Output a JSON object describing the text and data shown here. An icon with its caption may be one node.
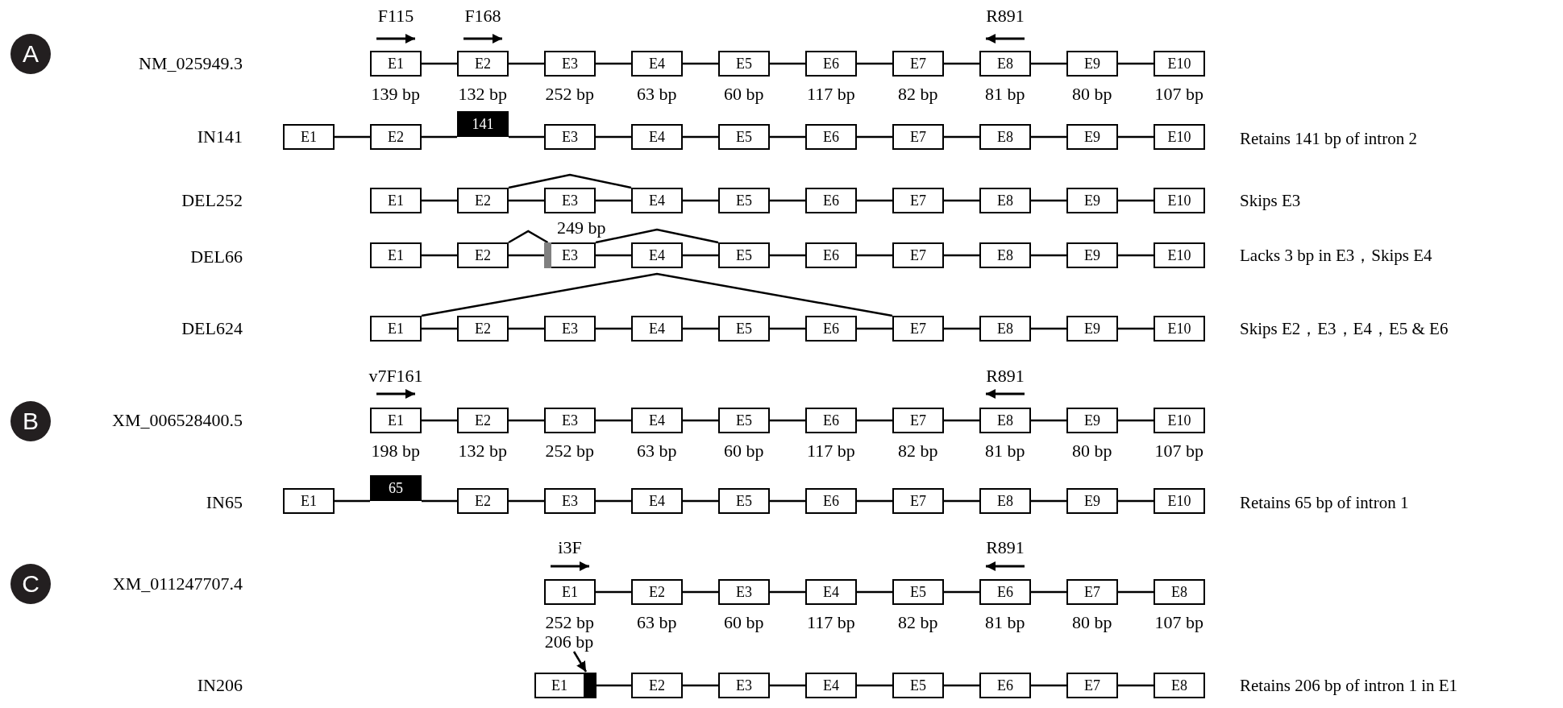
{
  "diagram": {
    "nodes": [
      {
        "text": [
          "A"
        ]
      },
      {
        "text": [
          "E1"
        ],
        "beside": [
          "139 bp"
        ]
      },
      {
        "text": [
          "E2"
        ],
        "beside": [
          "132 bp"
        ]
      },
      {
        "text": [
          "E3"
        ],
        "beside": [
          "252 bp"
        ]
      },
      {
        "text": [
          "E4"
        ],
        "beside": [
          "63 bp"
        ]
      },
      {
        "text": [
          "E5"
        ],
        "beside": [
          "60 bp"
        ]
      },
      {
        "text": [
          "E6"
        ],
        "beside": [
          "117 bp"
        ]
      },
      {
        "text": [
          "E7"
        ],
        "beside": [
          "82 bp"
        ]
      },
      {
        "text": [
          "E8"
        ],
        "beside": [
          "81 bp"
        ]
      },
      {
        "text": [
          "E9"
        ],
        "beside": [
          "80 bp"
        ]
      },
      {
        "text": [
          "E10"
        ],
        "beside": [
          "107 bp"
        ]
      },
      {
        "text": [
          "E1"
        ]
      },
      {
        "text": [
          "E2"
        ]
      },
      {
        "text": [
          "141"
        ]
      },
      {
        "text": [
          "E3"
        ]
      },
      {
        "text": [
          "E4"
        ]
      },
      {
        "text": [
          "E5"
        ]
      },
      {
        "text": [
          "E6"
        ]
      },
      {
        "text": [
          "E7"
        ]
      },
      {
        "text": [
          "E8"
        ]
      },
      {
        "text": [
          "E9"
        ]
      },
      {
        "text": [
          "E10"
        ]
      },
      {
        "text": [
          "E1"
        ]
      },
      {
        "text": [
          "E2"
        ]
      },
      {
        "text": [
          "E3"
        ]
      },
      {
        "text": [
          "E4"
        ]
      },
      {
        "text": [
          "E5"
        ]
      },
      {
        "text": [
          "E6"
        ]
      },
      {
        "text": [
          "E7"
        ]
      },
      {
        "text": [
          "E8"
        ]
      },
      {
        "text": [
          "E9"
        ]
      },
      {
        "text": [
          "E10"
        ]
      },
      {
        "text": [
          "E1"
        ]
      },
      {
        "text": [
          "E2"
        ]
      },
      {
        "text": [
          "E3"
        ]
      },
      {
        "text": [],
        "shape": "bar",
        "in": 34,
        "beside": [
          "249 bp"
        ]
      },
      {
        "text": [
          "E4"
        ]
      },
      {
        "text": [
          "E5"
        ]
      },
      {
        "text": [
          "E6"
        ]
      },
      {
        "text": [
          "E7"
        ]
      },
      {
        "text": [
          "E8"
        ]
      },
      {
        "text": [
          "E9"
        ]
      },
      {
        "text": [
          "E10"
        ]
      },
      {
        "text": [
          "E1"
        ]
      },
      {
        "text": [
          "E2"
        ]
      },
      {
        "text": [
          "E3"
        ]
      },
      {
        "text": [
          "E4"
        ]
      },
      {
        "text": [
          "E5"
        ]
      },
      {
        "text": [
          "E6"
        ]
      },
      {
        "text": [
          "E7"
        ]
      },
      {
        "text": [
          "E8"
        ]
      },
      {
        "text": [
          "E9"
        ]
      },
      {
        "text": [
          "E10"
        ]
      },
      {
        "text": [
          "B"
        ]
      },
      {
        "text": [
          "E1"
        ],
        "beside": [
          "198 bp"
        ]
      },
      {
        "text": [
          "E2"
        ],
        "beside": [
          "132 bp"
        ]
      },
      {
        "text": [
          "E3"
        ],
        "beside": [
          "252 bp"
        ]
      },
      {
        "text": [
          "E4"
        ],
        "beside": [
          "63 bp"
        ]
      },
      {
        "text": [
          "E5"
        ],
        "beside": [
          "60 bp"
        ]
      },
      {
        "text": [
          "E6"
        ],
        "beside": [
          "117 bp"
        ]
      },
      {
        "text": [
          "E7"
        ],
        "beside": [
          "82 bp"
        ]
      },
      {
        "text": [
          "E8"
        ],
        "beside": [
          "81 bp"
        ]
      },
      {
        "text": [
          "E9"
        ],
        "beside": [
          "80 bp"
        ]
      },
      {
        "text": [
          "E10"
        ],
        "beside": [
          "107 bp"
        ]
      },
      {
        "text": [
          "E1"
        ]
      },
      {
        "text": [
          "65"
        ]
      },
      {
        "text": [
          "E2"
        ]
      },
      {
        "text": [
          "E3"
        ]
      },
      {
        "text": [
          "E4"
        ]
      },
      {
        "text": [
          "E5"
        ]
      },
      {
        "text": [
          "E6"
        ]
      },
      {
        "text": [
          "E7"
        ]
      },
      {
        "text": [
          "E8"
        ]
      },
      {
        "text": [
          "E9"
        ]
      },
      {
        "text": [
          "E10"
        ]
      },
      {
        "text": [
          "C"
        ]
      },
      {
        "text": [
          "E1"
        ],
        "beside": [
          "252 bp"
        ]
      },
      {
        "text": [
          "E2"
        ],
        "beside": [
          "63 bp"
        ]
      },
      {
        "text": [
          "E3"
        ],
        "beside": [
          "60 bp"
        ]
      },
      {
        "text": [
          "E4"
        ],
        "beside": [
          "117 bp"
        ]
      },
      {
        "text": [
          "E5"
        ],
        "beside": [
          "82 bp"
        ]
      },
      {
        "text": [
          "E6"
        ],
        "beside": [
          "81 bp"
        ]
      },
      {
        "text": [
          "E7"
        ],
        "beside": [
          "80 bp"
        ]
      },
      {
        "text": [
          "E8"
        ],
        "beside": [
          "107 bp"
        ]
      },
      {
        "text": [
          "206 bp"
        ]
      },
      {
        "text": [
          "E1"
        ]
      },
      {
        "text": [],
        "shape": "bar",
        "in": 85
      },
      {
        "text": [
          "E2"
        ]
      },
      {
        "text": [
          "E3"
        ]
      },
      {
        "text": [
          "E4"
        ]
      },
      {
        "text": [
          "E5"
        ]
      },
      {
        "text": [
          "E6"
        ]
      },
      {
        "text": [
          "E7"
        ]
      },
      {
        "text": [
          "E8"
        ]
      }
    ],
    "edges": [
      {
        "from": 1,
        "to": 2,
        "arrow": "none"
      },
      {
        "from": 2,
        "to": 3,
        "arrow": "none"
      },
      {
        "from": 3,
        "to": 4,
        "arrow": "none"
      },
      {
        "from": 4,
        "to": 5,
        "arrow": "none"
      },
      {
        "from": 5,
        "to": 6,
        "arrow": "none"
      },
      {
        "from": 6,
        "to": 7,
        "arrow": "none"
      },
      {
        "from": 7,
        "to": 8,
        "arrow": "none"
      },
      {
        "from": 8,
        "to": 9,
        "arrow": "none"
      },
      {
        "from": 9,
        "to": 10,
        "arrow": "none"
      },
      {
        "from": 11,
        "to": 12,
        "arrow": "none"
      },
      {
        "from": 12,
        "to": 13,
        "arrow": "none"
      },
      {
        "from": 13,
        "to": 14,
        "arrow": "none"
      },
      {
        "from": 14,
        "to": 15,
        "arrow": "none"
      },
      {
        "from": 15,
        "to": 16,
        "arrow": "none"
      },
      {
        "from": 16,
        "to": 17,
        "arrow": "none"
      },
      {
        "from": 17,
        "to": 18,
        "arrow": "none"
      },
      {
        "from": 18,
        "to": 19,
        "arrow": "none"
      },
      {
        "from": 19,
        "to": 20,
        "arrow": "none"
      },
      {
        "from": 20,
        "to": 21,
        "arrow": "none"
      },
      {
        "from": 22,
        "to": 23,
        "arrow": "none"
      },
      {
        "from": 23,
        "to": 24,
        "arrow": "none"
      },
      {
        "from": 24,
        "to": 25,
        "arrow": "none"
      },
      {
        "from": 25,
        "to": 26,
        "arrow": "none"
      },
      {
        "from": 26,
        "to": 27,
        "arrow": "none"
      },
      {
        "from": 27,
        "to": 28,
        "arrow": "none"
      },
      {
        "from": 28,
        "to": 29,
        "arrow": "none"
      },
      {
        "from": 29,
        "to": 30,
        "arrow": "none"
      },
      {
        "from": 30,
        "to": 31,
        "arrow": "none"
      },
      {
        "from": 23,
        "to": 25,
        "arrow": "none"
      },
      {
        "from": 32,
        "to": 33,
        "arrow": "none"
      },
      {
        "from": 33,
        "to": 34,
        "arrow": "none"
      },
      {
        "from": 33,
        "to": 35,
        "arrow": "none"
      },
      {
        "from": 34,
        "to": 36,
        "arrow": "none"
      },
      {
        "from": 36,
        "to": 37,
        "arrow": "none"
      },
      {
        "from": 37,
        "to": 38,
        "arrow": "none"
      },
      {
        "from": 38,
        "to": 39,
        "arrow": "none"
      },
      {
        "from": 39,
        "to": 40,
        "arrow": "none"
      },
      {
        "from": 40,
        "to": 41,
        "arrow": "none"
      },
      {
        "from": 41,
        "to": 42,
        "arrow": "none"
      },
      {
        "from": 34,
        "to": 37,
        "arrow": "none"
      },
      {
        "from": 43,
        "to": 44,
        "arrow": "none"
      },
      {
        "from": 44,
        "to": 45,
        "arrow": "none"
      },
      {
        "from": 45,
        "to": 46,
        "arrow": "none"
      },
      {
        "from": 46,
        "to": 47,
        "arrow": "none"
      },
      {
        "from": 47,
        "to": 48,
        "arrow": "none"
      },
      {
        "from": 48,
        "to": 49,
        "arrow": "none"
      },
      {
        "from": 49,
        "to": 50,
        "arrow": "none"
      },
      {
        "from": 50,
        "to": 51,
        "arrow": "none"
      },
      {
        "from": 51,
        "to": 52,
        "arrow": "none"
      },
      {
        "from": 43,
        "to": 49,
        "arrow": "none"
      },
      {
        "from": 54,
        "to": 55,
        "arrow": "none"
      },
      {
        "from": 55,
        "to": 56,
        "arrow": "none"
      },
      {
        "from": 56,
        "to": 57,
        "arrow": "none"
      },
      {
        "from": 57,
        "to": 58,
        "arrow": "none"
      },
      {
        "from": 58,
        "to": 59,
        "arrow": "none"
      },
      {
        "from": 59,
        "to": 60,
        "arrow": "none"
      },
      {
        "from": 60,
        "to": 61,
        "arrow": "none"
      },
      {
        "from": 61,
        "to": 62,
        "arrow": "none"
      },
      {
        "from": 62,
        "to": 63,
        "arrow": "none"
      },
      {
        "from": 64,
        "to": 65,
        "arrow": "none"
      },
      {
        "from": 65,
        "to": 66,
        "arrow": "none"
      },
      {
        "from": 66,
        "to": 67,
        "arrow": "none"
      },
      {
        "from": 67,
        "to": 68,
        "arrow": "none"
      },
      {
        "from": 68,
        "to": 69,
        "arrow": "none"
      },
      {
        "from": 69,
        "to": 70,
        "arrow": "none"
      },
      {
        "from": 70,
        "to": 71,
        "arrow": "none"
      },
      {
        "from": 71,
        "to": 72,
        "arrow": "none"
      },
      {
        "from": 72,
        "to": 73,
        "arrow": "none"
      },
      {
        "from": 73,
        "to": 74,
        "arrow": "none"
      },
      {
        "from": 76,
        "to": 77,
        "arrow": "none"
      },
      {
        "from": 77,
        "to": 78,
        "arrow": "none"
      },
      {
        "from": 78,
        "to": 79,
        "arrow": "none"
      },
      {
        "from": 79,
        "to": 80,
        "arrow": "none"
      },
      {
        "from": 80,
        "to": 81,
        "arrow": "none"
      },
      {
        "from": 81,
        "to": 82,
        "arrow": "none"
      },
      {
        "from": 82,
        "to": 83,
        "arrow": "none"
      },
      {
        "from": 84,
        "to": 86,
        "arrow": "to"
      },
      {
        "from": 85,
        "to": 87,
        "arrow": "none"
      },
      {
        "from": 87,
        "to": 88,
        "arrow": "none"
      },
      {
        "from": 88,
        "to": 89,
        "arrow": "none"
      },
      {
        "from": 89,
        "to": 90,
        "arrow": "none"
      },
      {
        "from": 90,
        "to": 91,
        "arrow": "none"
      },
      {
        "from": 91,
        "to": 92,
        "arrow": "none"
      },
      {
        "from": 92,
        "to": 93,
        "arrow": "none"
      }
    ],
    "labels": [
      "F115",
      "F168",
      "R891",
      "NM_025949.3",
      "IN141",
      "Retains 141 bp of intron 2",
      "DEL252",
      "Skips E3",
      "DEL66",
      "Lacks 3 bp in E3，Skips E4",
      "DEL624",
      "Skips E2，E3，E4，E5 & E6",
      "v7F161",
      "R891",
      "XM_006528400.5",
      "IN65",
      "Retains 65 bp of intron 1",
      "i3F",
      "R891",
      "XM_011247707.4",
      "IN206",
      "Retains 206 bp of intron 1 in E1"
    ]
  }
}
